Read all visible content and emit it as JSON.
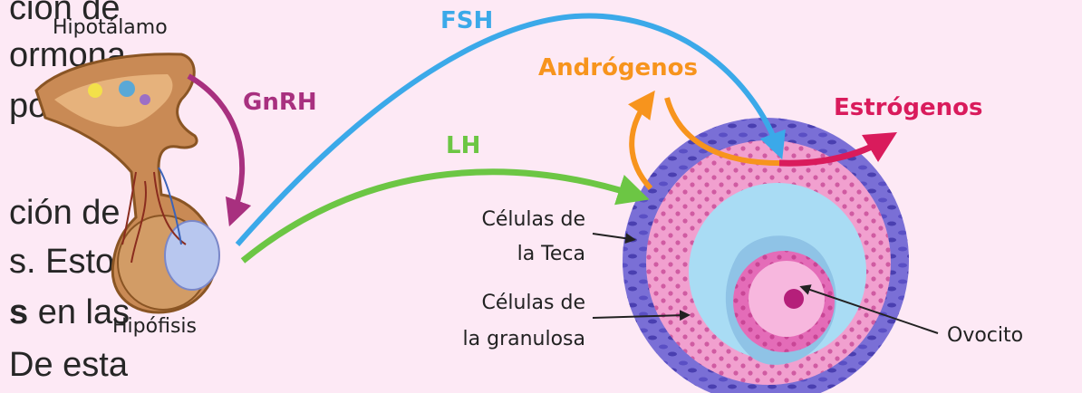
{
  "background_text": {
    "line1": "ción de",
    "line2": "ormona",
    "line3": "por el",
    "line4": "ción de",
    "line5": "s. Estos",
    "line6_bold": "s",
    "line6_rest": " en las",
    "line7": "De esta"
  },
  "labels": {
    "hipotalamo": "Hipotálamo",
    "hipofisis": "Hipófisis",
    "gnrh": "GnRH",
    "fsh": "FSH",
    "lh": "LH",
    "androgenos": "Andrógenos",
    "estrogenos": "Estrógenos",
    "teca_line1": "Células de",
    "teca_line2": "la Teca",
    "granulosa_line1": "Células de",
    "granulosa_line2": "la granulosa",
    "ovocito": "Ovocito"
  },
  "colors": {
    "background": "#fde9f5",
    "gnrh": "#a8307f",
    "fsh": "#3ba9e9",
    "lh": "#6cc644",
    "androgenos": "#f7941d",
    "estrogenos": "#d91b5c",
    "theca": "#7a6fd6",
    "granulosa": "#f1a0cf",
    "antrum": "#a9dcf4",
    "oocyte": "#f7b7de"
  }
}
